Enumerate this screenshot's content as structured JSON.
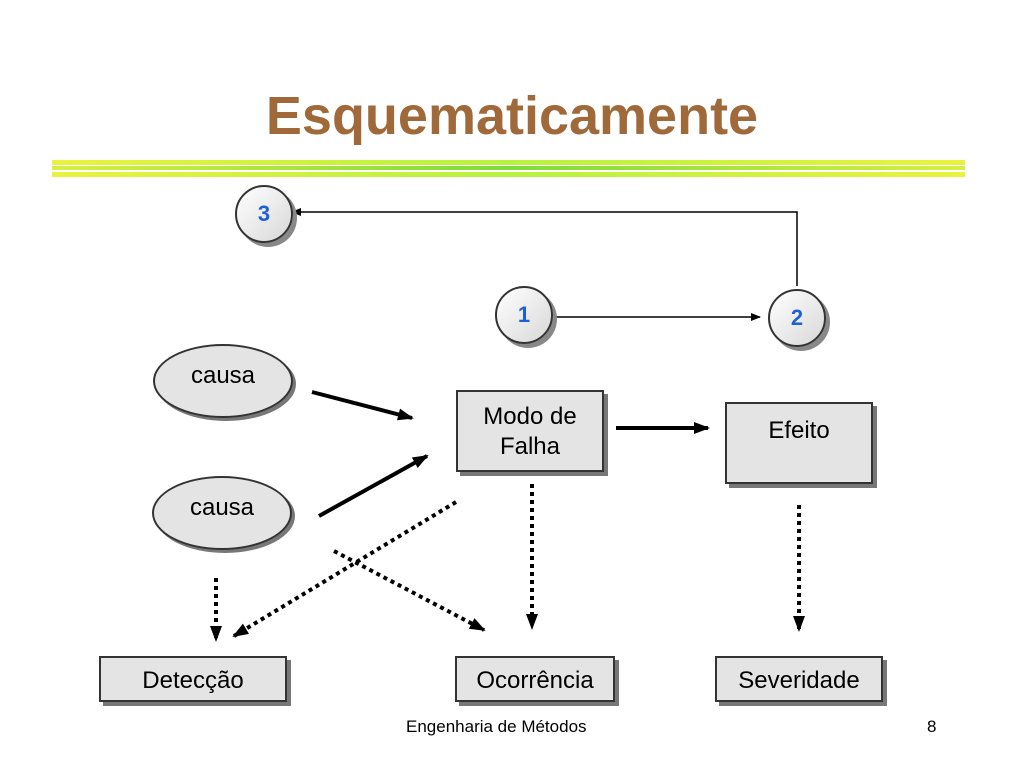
{
  "slide": {
    "title": "Esquematicamente",
    "footer_text": "Engenharia de Métodos",
    "page_number": "8"
  },
  "diagram": {
    "steps": [
      "1",
      "2",
      "3"
    ],
    "causes": [
      "causa",
      "causa"
    ],
    "failure_mode": {
      "line1": "Modo de",
      "line2": "Falha"
    },
    "effect": "Efeito",
    "ratings": {
      "detection": "Detecção",
      "occurrence": "Ocorrência",
      "severity": "Severidade"
    }
  },
  "colors": {
    "title": "#a0693a",
    "step_number": "#1f5fd6",
    "box_fill": "#e4e4e4"
  }
}
